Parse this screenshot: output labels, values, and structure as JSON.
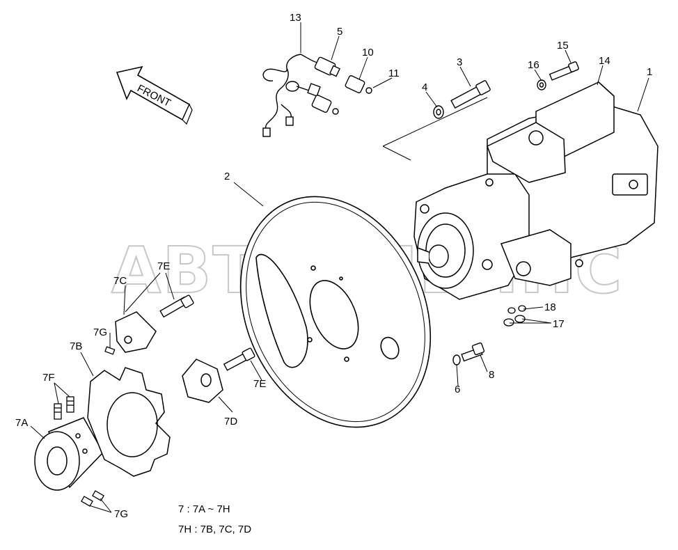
{
  "diagram": {
    "front_arrow_label": "FRONT",
    "watermark": "АВТОАЛЬЯНС",
    "callouts": [
      {
        "id": "c1",
        "text": "1"
      },
      {
        "id": "c2",
        "text": "2"
      },
      {
        "id": "c3",
        "text": "3"
      },
      {
        "id": "c4",
        "text": "4"
      },
      {
        "id": "c5",
        "text": "5"
      },
      {
        "id": "c6",
        "text": "6"
      },
      {
        "id": "c7A",
        "text": "7A"
      },
      {
        "id": "c7B",
        "text": "7B"
      },
      {
        "id": "c7C",
        "text": "7C"
      },
      {
        "id": "c7D",
        "text": "7D"
      },
      {
        "id": "c7E_top",
        "text": "7E"
      },
      {
        "id": "c7E_mid",
        "text": "7E"
      },
      {
        "id": "c7F",
        "text": "7F"
      },
      {
        "id": "c7G_top",
        "text": "7G"
      },
      {
        "id": "c7G_bot",
        "text": "7G"
      },
      {
        "id": "c8",
        "text": "8"
      },
      {
        "id": "c10",
        "text": "10"
      },
      {
        "id": "c11",
        "text": "11"
      },
      {
        "id": "c13",
        "text": "13"
      },
      {
        "id": "c14",
        "text": "14"
      },
      {
        "id": "c15",
        "text": "15"
      },
      {
        "id": "c16",
        "text": "16"
      },
      {
        "id": "c17",
        "text": "17"
      },
      {
        "id": "c18",
        "text": "18"
      }
    ],
    "notes": {
      "line1": "7 : 7A ~ 7H",
      "line2": "7H : 7B, 7C, 7D"
    }
  }
}
